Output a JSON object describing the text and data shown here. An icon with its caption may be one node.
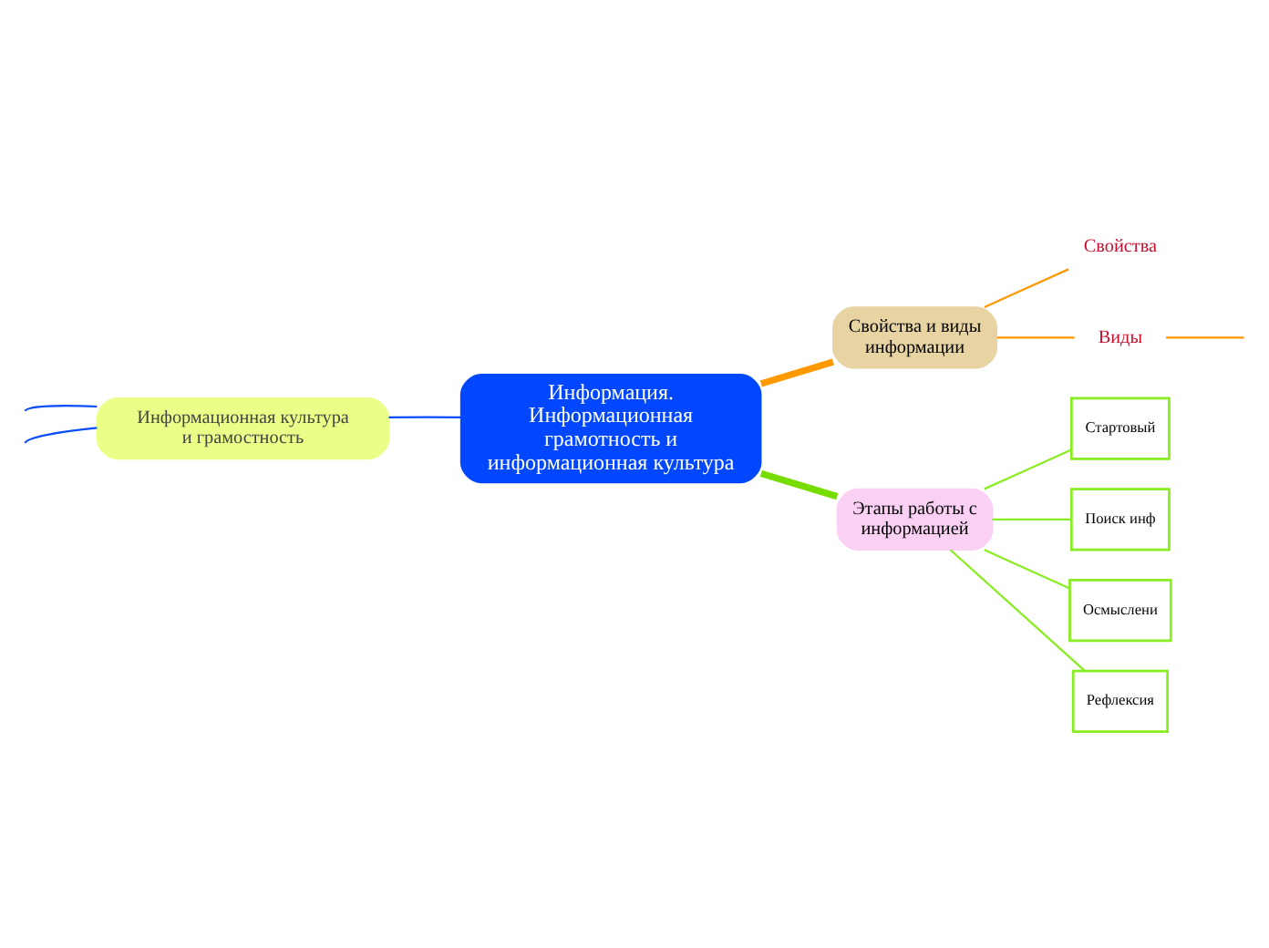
{
  "diagram": {
    "nodes": [
      {
        "text": [
          "Информация. Информационная грамотность и информационная культура"
        ]
      },
      {
        "text": [
          "Свойства и виды информации"
        ]
      },
      {
        "text": [
          "Этапы работы с информацией"
        ]
      },
      {
        "text": [
          "Информационная культура и грамостность"
        ]
      },
      {
        "text": [
          "Свойства"
        ]
      },
      {
        "text": [
          "Виды"
        ]
      },
      {
        "text": [
          "Стартовый"
        ]
      },
      {
        "text": [
          "Поиск инф"
        ]
      },
      {
        "text": [
          "Осмыслени"
        ]
      },
      {
        "text": [
          "Рефлексия"
        ]
      }
    ],
    "edges": [
      {
        "from": 0,
        "to": 1,
        "arrow": "none",
        "style": "thick",
        "color": "#ff9900"
      },
      {
        "from": 0,
        "to": 2,
        "arrow": "none",
        "style": "thick",
        "color": "#77dd00"
      },
      {
        "from": 0,
        "to": 3,
        "arrow": "none",
        "color": "#0a4cff"
      },
      {
        "from": 1,
        "to": 4,
        "arrow": "none",
        "color": "#ff9900"
      },
      {
        "from": 1,
        "to": 5,
        "arrow": "none",
        "color": "#ff9900"
      },
      {
        "from": 2,
        "to": 6,
        "arrow": "none",
        "color": "#88ee22"
      },
      {
        "from": 2,
        "to": 7,
        "arrow": "none",
        "color": "#88ee22"
      },
      {
        "from": 2,
        "to": 8,
        "arrow": "none",
        "color": "#88ee22"
      },
      {
        "from": 2,
        "to": 9,
        "arrow": "none",
        "color": "#88ee22"
      },
      {
        "from": 3,
        "to": null,
        "arrow": "none",
        "color": "#0a4cff"
      },
      {
        "from": 3,
        "to": null,
        "arrow": "none",
        "color": "#0a4cff"
      },
      {
        "from": 5,
        "to": null,
        "arrow": "none",
        "color": "#ff9900"
      }
    ]
  }
}
